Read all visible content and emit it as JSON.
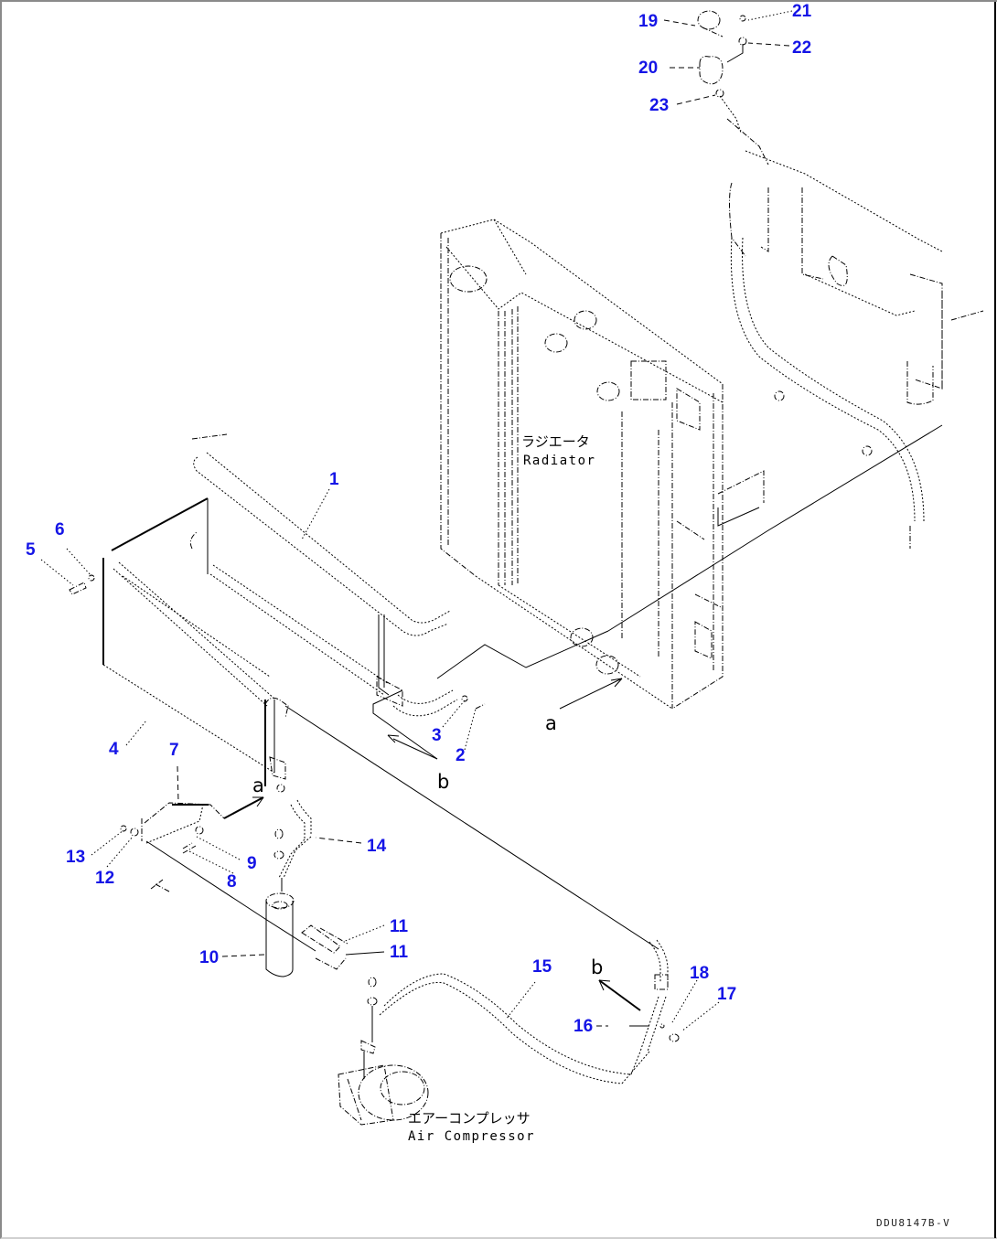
{
  "diagram": {
    "title_code": "DDU8147B-V",
    "labels": {
      "radiator_jp": "ラジエータ",
      "radiator_en": "Radiator",
      "compressor_jp": "エアーコンプレッサ",
      "compressor_en": "Air Compressor"
    },
    "connection_marks": {
      "a": "a",
      "b": "b"
    },
    "part_numbers": [
      "1",
      "2",
      "3",
      "4",
      "5",
      "6",
      "7",
      "8",
      "9",
      "10",
      "11",
      "11",
      "12",
      "13",
      "14",
      "15",
      "16",
      "17",
      "18",
      "19",
      "20",
      "21",
      "22",
      "23"
    ],
    "colors": {
      "part_number": "#1515e6",
      "line": "#000000",
      "frame": "#8a8a8a"
    }
  }
}
